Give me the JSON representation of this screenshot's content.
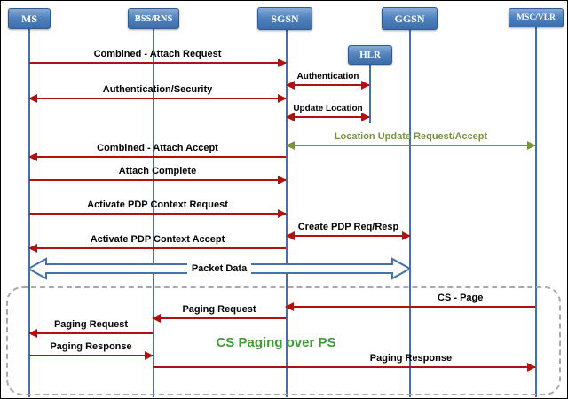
{
  "diagram": {
    "actors": [
      {
        "label": "MS"
      },
      {
        "label": "BSS/RNS"
      },
      {
        "label": "SGSN"
      },
      {
        "label": "GGSN"
      },
      {
        "label": "MSC/VLR"
      },
      {
        "label": "HLR"
      }
    ],
    "messages": [
      {
        "label": "Combined - Attach Request",
        "from": "MS",
        "to": "SGSN",
        "arrow": "right",
        "color": "#B21111"
      },
      {
        "label": "Authentication",
        "from": "SGSN",
        "to": "HLR",
        "arrow": "both",
        "color": "#B21111"
      },
      {
        "label": "Authentication/Security",
        "from": "MS",
        "to": "SGSN",
        "arrow": "both",
        "color": "#B21111"
      },
      {
        "label": "Update Location",
        "from": "SGSN",
        "to": "HLR",
        "arrow": "both",
        "color": "#B21111"
      },
      {
        "label": "Location Update Request/Accept",
        "from": "SGSN",
        "to": "MSC/VLR",
        "arrow": "both",
        "color": "#77933C"
      },
      {
        "label": "Combined - Attach Accept",
        "from": "SGSN",
        "to": "MS",
        "arrow": "left",
        "color": "#B21111"
      },
      {
        "label": "Attach Complete",
        "from": "MS",
        "to": "SGSN",
        "arrow": "right",
        "color": "#B21111"
      },
      {
        "label": "Activate PDP Context Request",
        "from": "MS",
        "to": "SGSN",
        "arrow": "right",
        "color": "#B21111"
      },
      {
        "label": "Create PDP Req/Resp",
        "from": "SGSN",
        "to": "GGSN",
        "arrow": "both",
        "color": "#B21111"
      },
      {
        "label": "Activate PDP Context Accept",
        "from": "SGSN",
        "to": "MS",
        "arrow": "left",
        "color": "#B21111"
      },
      {
        "label": "Packet Data",
        "from": "MS",
        "to": "GGSN",
        "arrow": "both-open",
        "color": "#4472A8"
      },
      {
        "label": "CS - Page",
        "from": "MSC/VLR",
        "to": "SGSN",
        "arrow": "left",
        "color": "#B21111"
      },
      {
        "label": "Paging Request",
        "from": "SGSN",
        "to": "BSS/RNS",
        "arrow": "left",
        "color": "#B21111"
      },
      {
        "label": "Paging Request",
        "from": "BSS/RNS",
        "to": "MS",
        "arrow": "left",
        "color": "#B21111"
      },
      {
        "label": "Paging Response",
        "from": "MS",
        "to": "BSS/RNS",
        "arrow": "right",
        "color": "#B21111"
      },
      {
        "label": "Paging Response",
        "from": "BSS/RNS",
        "to": "MSC/VLR",
        "arrow": "right",
        "color": "#B21111"
      }
    ],
    "annotation": {
      "label": "CS Paging over PS",
      "color": "#3E9C35"
    },
    "colors": {
      "lifeline": "#4472A8",
      "message_red": "#B21111",
      "message_olive": "#77933C",
      "annotation_green": "#3E9C35",
      "header_fill": "#4F81BD",
      "header_border": "#2F5C8F",
      "big_arrow_outline": "#4472A8"
    }
  }
}
